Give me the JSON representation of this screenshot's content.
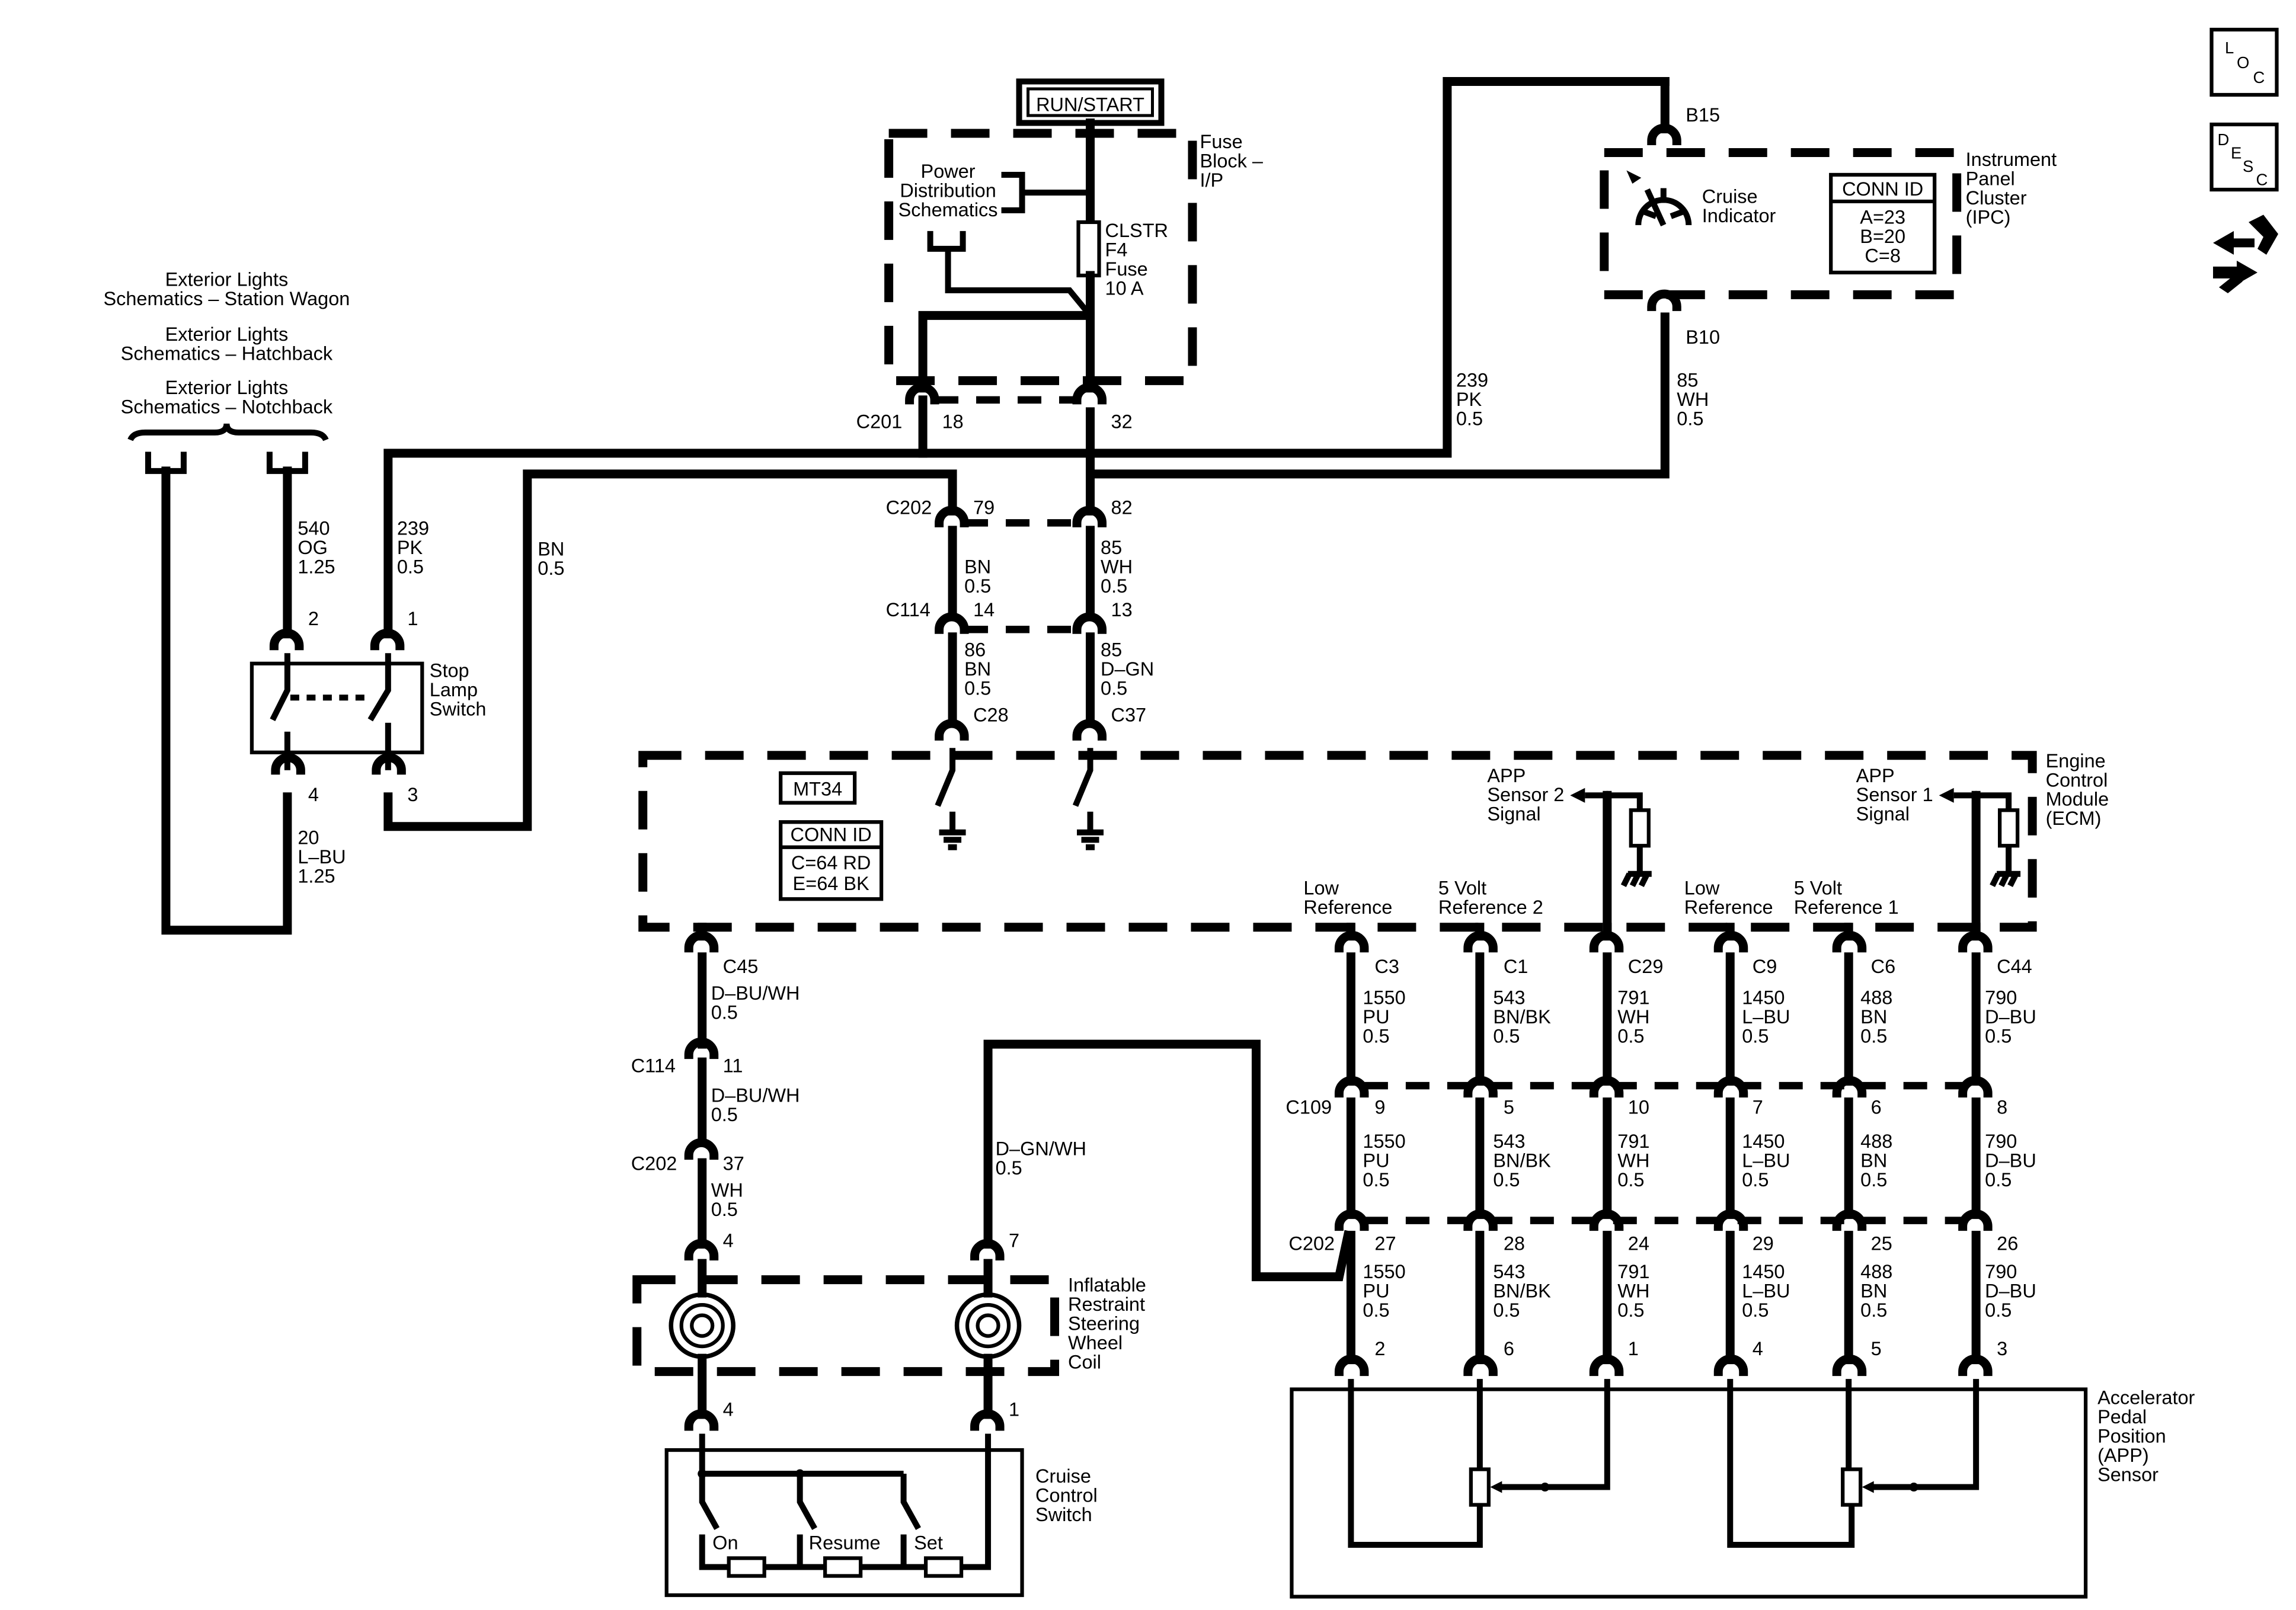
{
  "header": {
    "run_start": "RUN/START"
  },
  "fuse_block": {
    "label": [
      "Fuse",
      "Block –",
      "I/P"
    ],
    "power_dist": [
      "Power",
      "Distribution",
      "Schematics"
    ],
    "fuse": [
      "CLSTR",
      "F4",
      "Fuse",
      "10 A"
    ]
  },
  "ext_lights": [
    [
      "Exterior Lights",
      "Schematics – Station Wagon"
    ],
    [
      "Exterior Lights",
      "Schematics – Hatchback"
    ],
    [
      "Exterior Lights",
      "Schematics – Notchback"
    ]
  ],
  "connectors": {
    "c201": "C201",
    "c201_18": "18",
    "c201_32": "32",
    "c202": "C202",
    "c202_79": "79",
    "c202_82": "82",
    "c114": "C114",
    "c114_14": "14",
    "c114_13": "13",
    "c28": "C28",
    "c37": "C37",
    "b15": "B15",
    "b10": "B10",
    "c45": "C45",
    "c114b": "C114",
    "c114b_11": "11",
    "c202b": "C202",
    "c202b_37": "37",
    "c109": "C109",
    "c202c": "C202"
  },
  "wires": {
    "w239_top": [
      "239",
      "PK",
      "0.5"
    ],
    "w85_ipc": [
      "85",
      "WH",
      "0.5"
    ],
    "w540": [
      "540",
      "OG",
      "1.25"
    ],
    "w239_left": [
      "239",
      "PK",
      "0.5"
    ],
    "w_bn_left": [
      "BN",
      "0.5"
    ],
    "w_bn_c202": [
      "BN",
      "0.5"
    ],
    "w85_c202": [
      "85",
      "WH",
      "0.5"
    ],
    "w86": [
      "86",
      "BN",
      "0.5"
    ],
    "w85_dgn": [
      "85",
      "D–GN",
      "0.5"
    ],
    "w20": [
      "20",
      "L–BU",
      "1.25"
    ],
    "w_c45": [
      "D–BU/WH",
      "0.5"
    ],
    "w_c114": [
      "D–BU/WH",
      "0.5"
    ],
    "w_c202_wh": [
      "WH",
      "0.5"
    ],
    "w_dgnwh": [
      "D–GN/WH",
      "0.5"
    ]
  },
  "stop_lamp": {
    "label": [
      "Stop",
      "Lamp",
      "Switch"
    ],
    "pins": [
      "2",
      "1",
      "4",
      "3"
    ]
  },
  "ipc": {
    "label": [
      "Instrument",
      "Panel",
      "Cluster",
      "(IPC)"
    ],
    "indicator": [
      "Cruise",
      "Indicator"
    ],
    "conn_title": "CONN ID",
    "conn": [
      "A=23",
      "B=20",
      "C=8"
    ]
  },
  "ecm": {
    "label": [
      "Engine",
      "Control",
      "Module",
      "(ECM)"
    ],
    "mt": "MT34",
    "conn_title": "CONN ID",
    "conn": [
      "C=64 RD",
      "E=64 BK"
    ],
    "app2": [
      "APP",
      "Sensor 2",
      "Signal"
    ],
    "app1": [
      "APP",
      "Sensor 1",
      "Signal"
    ],
    "pins": [
      {
        "name": [
          "Low",
          "Reference"
        ],
        "conn": "C3",
        "w1": [
          "1550",
          "PU",
          "0.5"
        ],
        "p109": "9",
        "w2": [
          "1550",
          "PU",
          "0.5"
        ],
        "p202": "27",
        "w3": [
          "1550",
          "PU",
          "0.5"
        ],
        "sensor_pin": "2"
      },
      {
        "name": [
          "5 Volt",
          "Reference 2"
        ],
        "conn": "C1",
        "w1": [
          "543",
          "BN/BK",
          "0.5"
        ],
        "p109": "5",
        "w2": [
          "543",
          "BN/BK",
          "0.5"
        ],
        "p202": "28",
        "w3": [
          "543",
          "BN/BK",
          "0.5"
        ],
        "sensor_pin": "6"
      },
      {
        "name": [
          "",
          ""
        ],
        "conn": "C29",
        "w1": [
          "791",
          "WH",
          "0.5"
        ],
        "p109": "10",
        "w2": [
          "791",
          "WH",
          "0.5"
        ],
        "p202": "24",
        "w3": [
          "791",
          "WH",
          "0.5"
        ],
        "sensor_pin": "1"
      },
      {
        "name": [
          "Low",
          "Reference"
        ],
        "conn": "C9",
        "w1": [
          "1450",
          "L–BU",
          "0.5"
        ],
        "p109": "7",
        "w2": [
          "1450",
          "L–BU",
          "0.5"
        ],
        "p202": "29",
        "w3": [
          "1450",
          "L–BU",
          "0.5"
        ],
        "sensor_pin": "4"
      },
      {
        "name": [
          "5 Volt",
          "Reference 1"
        ],
        "conn": "C6",
        "w1": [
          "488",
          "BN",
          "0.5"
        ],
        "p109": "6",
        "w2": [
          "488",
          "BN",
          "0.5"
        ],
        "p202": "25",
        "w3": [
          "488",
          "BN",
          "0.5"
        ],
        "sensor_pin": "5"
      },
      {
        "name": [
          "",
          ""
        ],
        "conn": "C44",
        "w1": [
          "790",
          "D–BU",
          "0.5"
        ],
        "p109": "8",
        "w2": [
          "790",
          "D–BU",
          "0.5"
        ],
        "p202": "26",
        "w3": [
          "790",
          "D–BU",
          "0.5"
        ],
        "sensor_pin": "3"
      }
    ]
  },
  "steering_coil": {
    "label": [
      "Inflatable",
      "Restraint",
      "Steering",
      "Wheel",
      "Coil"
    ],
    "pins_top": [
      "4",
      "7"
    ],
    "pins_bot": [
      "4",
      "1"
    ]
  },
  "cruise_switch": {
    "label": [
      "Cruise",
      "Control",
      "Switch"
    ],
    "switches": [
      "On",
      "Resume",
      "Set"
    ]
  },
  "app_sensor": {
    "label": [
      "Accelerator",
      "Pedal",
      "Position",
      "(APP)",
      "Sensor"
    ]
  },
  "nav_icons": {
    "loc": [
      "L",
      "O",
      "C"
    ],
    "desc": [
      "D",
      "E",
      "S",
      "C"
    ],
    "icon3": "connector-tool-icon"
  }
}
